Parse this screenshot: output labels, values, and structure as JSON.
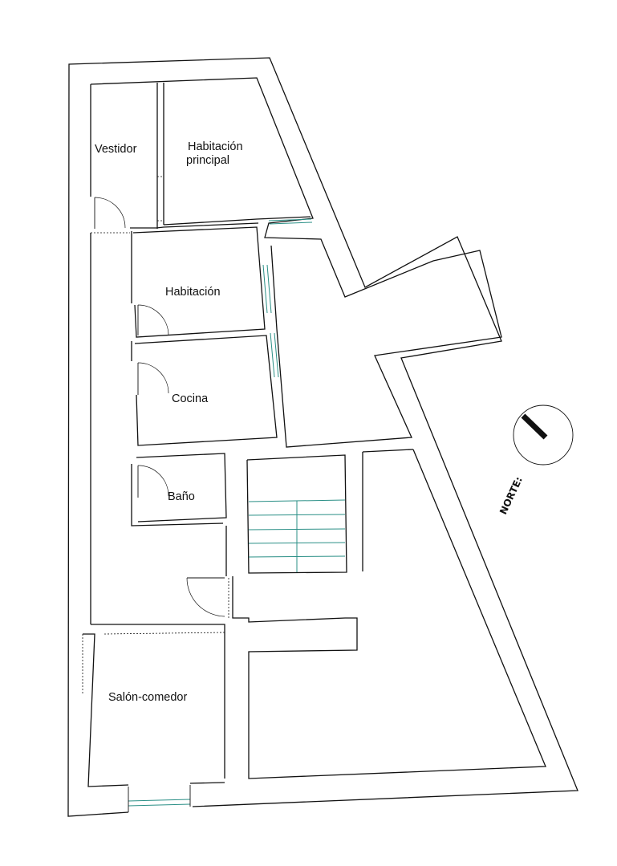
{
  "rooms": {
    "vestidor": "Vestidor",
    "habitacion_principal_line1": "Habitación",
    "habitacion_principal_line2": "principal",
    "habitacion": "Habitación",
    "cocina": "Cocina",
    "bano": "Baño",
    "salon_comedor": "Salón-comedor"
  },
  "compass": {
    "label": "NORTE:"
  }
}
